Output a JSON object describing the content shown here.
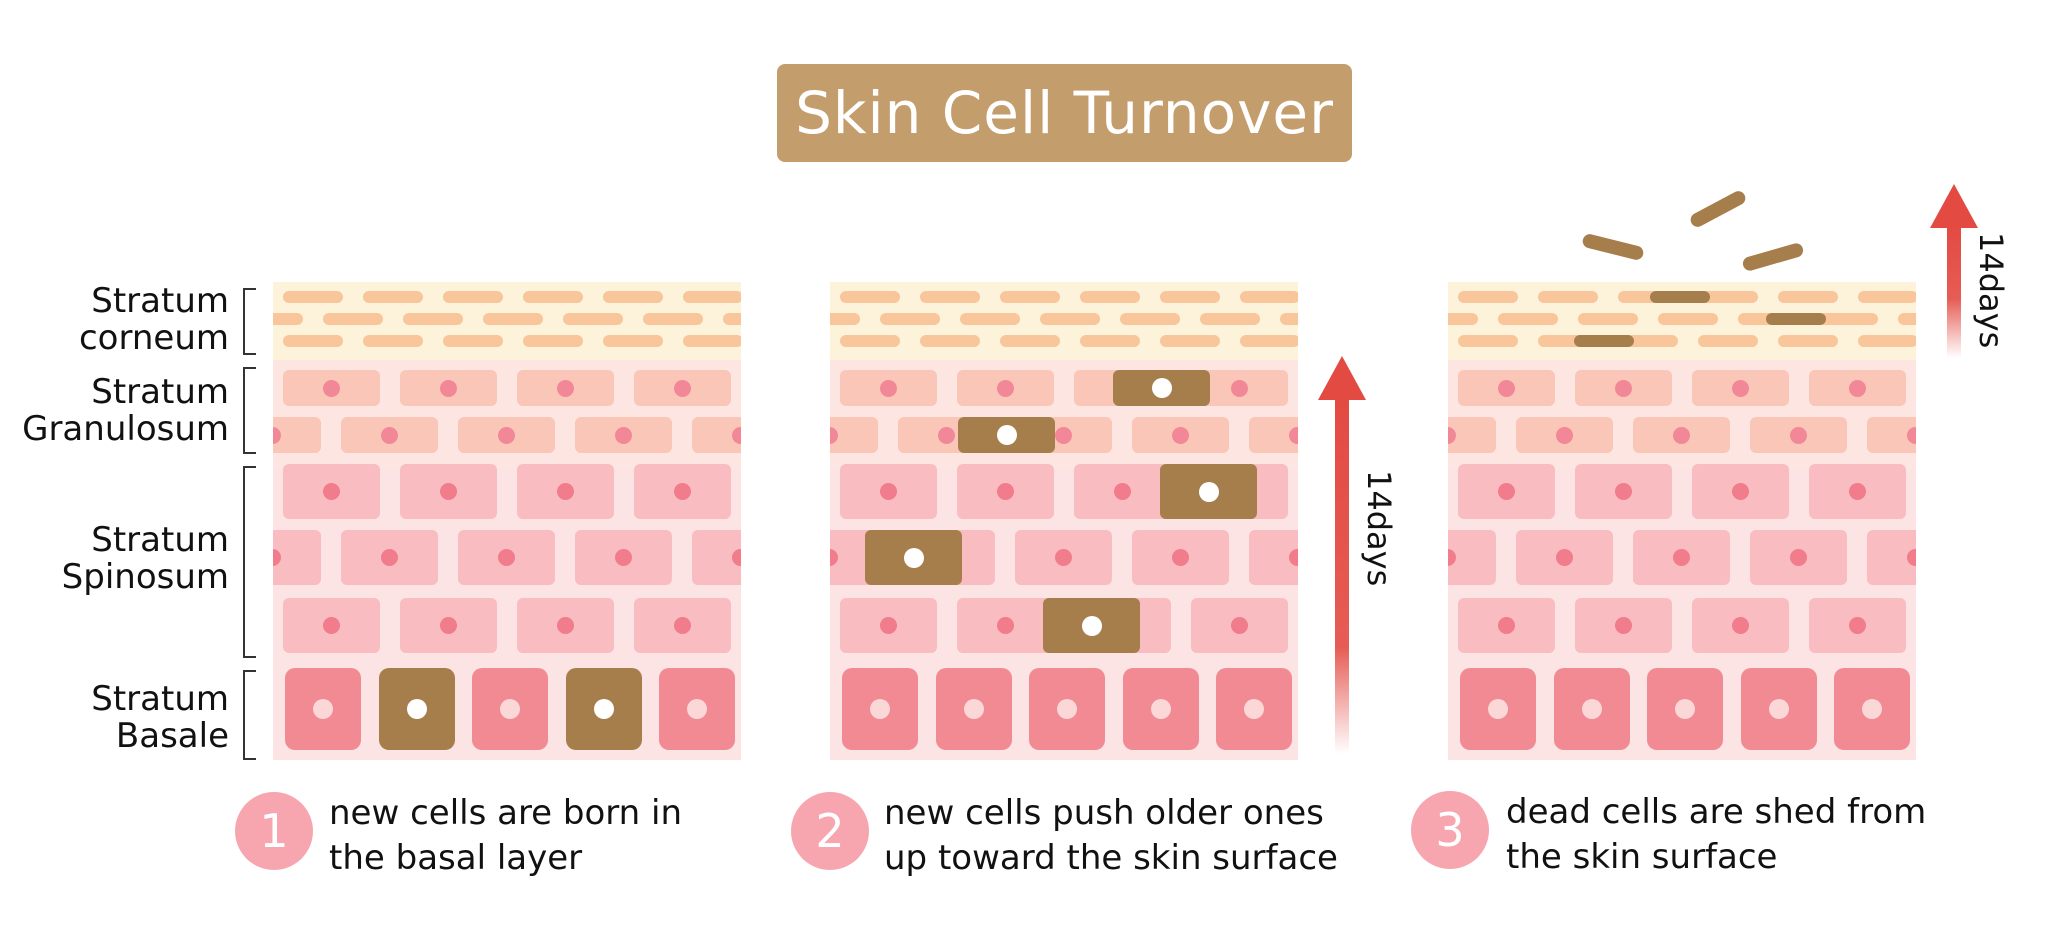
{
  "title": "Skin Cell Turnover",
  "layers": [
    {
      "line1": "Stratum",
      "line2": "corneum"
    },
    {
      "line1": "Stratum",
      "line2": "Granulosum"
    },
    {
      "line1": "Stratum",
      "line2": "Spinosum"
    },
    {
      "line1": "Stratum",
      "line2": "Basale"
    }
  ],
  "arrow_label": "14days",
  "steps": [
    {
      "number": "1",
      "line1": "new cells are born in",
      "line2": "the basal layer"
    },
    {
      "number": "2",
      "line1": "new cells push older ones",
      "line2": "up toward the skin surface"
    },
    {
      "number": "3",
      "line1": "dead cells are shed from",
      "line2": "the skin surface"
    }
  ],
  "colors": {
    "title_bg": "#c49d6c",
    "dead_cell": "#a67e4c",
    "arrow": "#e34a42",
    "step_circle": "#f7a5ae",
    "corneum_bg": "#fdf3da",
    "corneum_cell": "#f9c59b",
    "granulosum_bg": "#fde6e2",
    "granulosum_cell": "#f9c6b7",
    "granulosum_nucleus": "#f28897",
    "spinosum_bg": "#fde4e4",
    "spinosum_cell": "#f9bcc1",
    "spinosum_nucleus": "#f07c8c",
    "basale_bg": "#fde4e4",
    "basale_cell": "#f28a94",
    "basale_nucleus": "#fbd7d7"
  }
}
